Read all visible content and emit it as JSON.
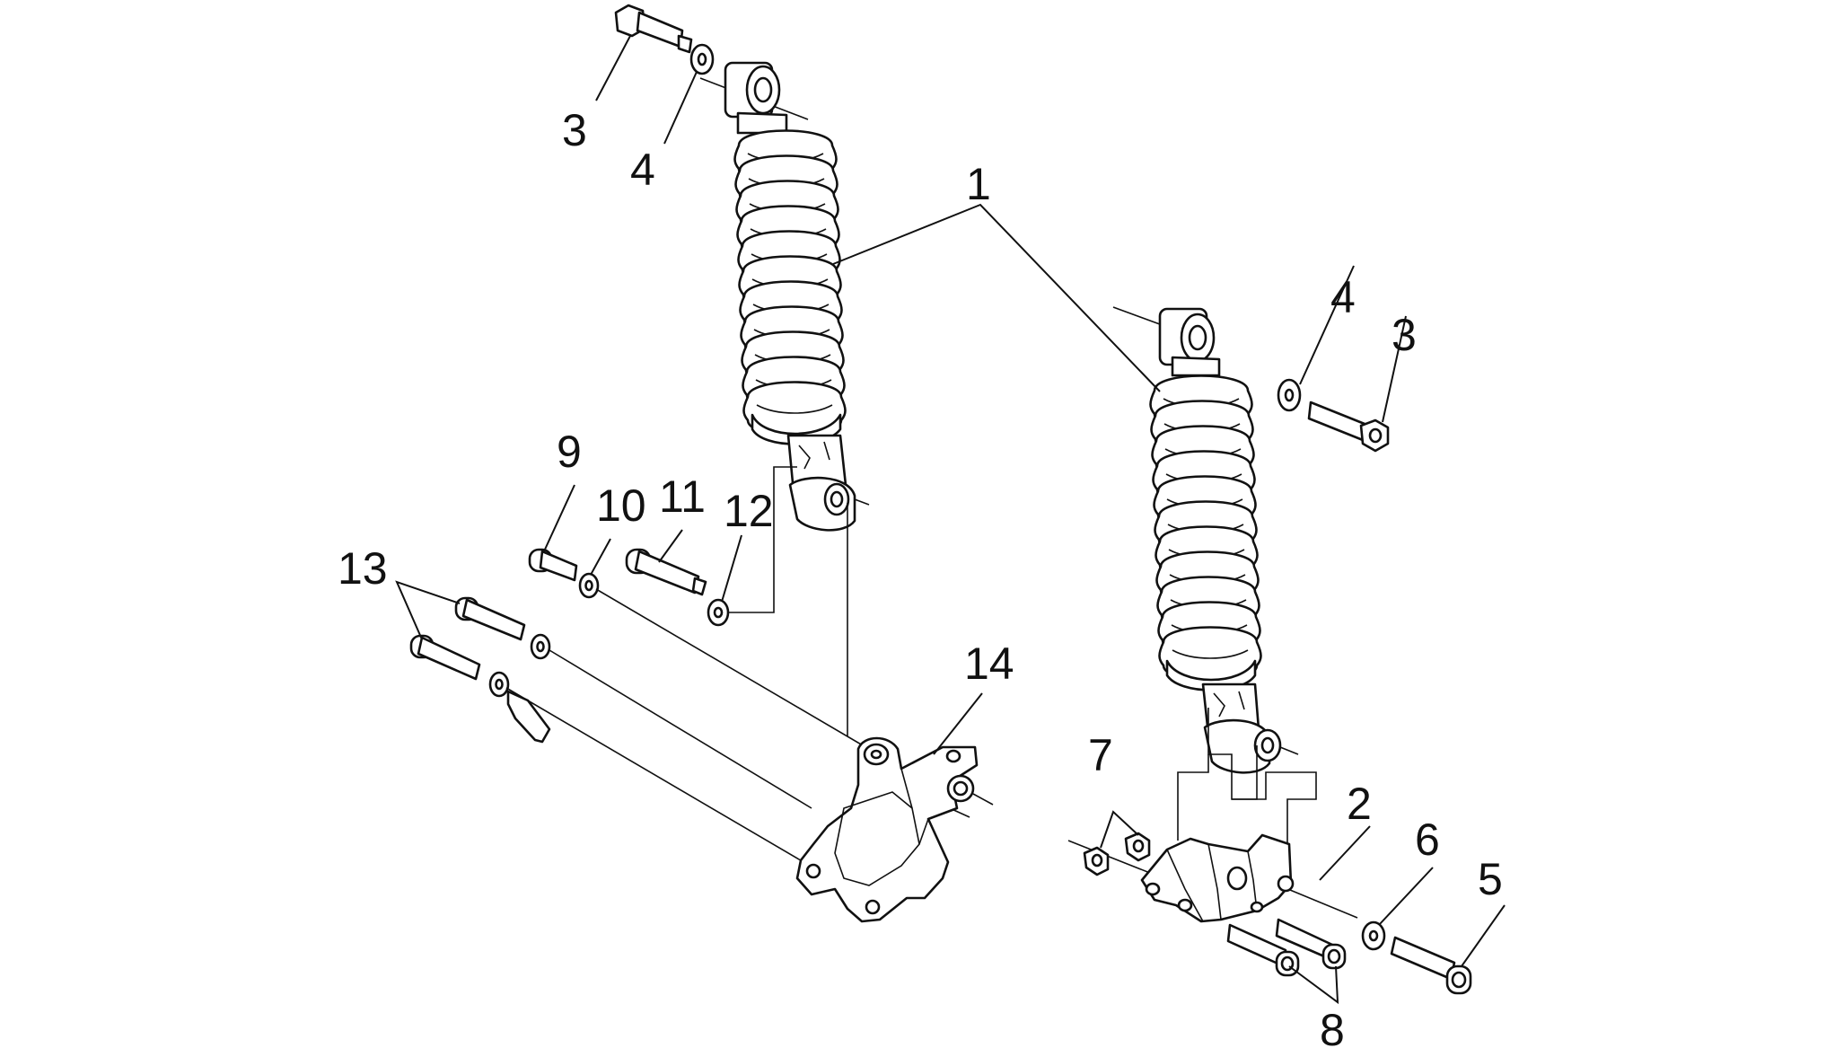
{
  "callouts": {
    "c1": "1",
    "c2": "2",
    "c3_left": "3",
    "c3_right": "3",
    "c4_left": "4",
    "c4_right": "4",
    "c5": "5",
    "c6": "6",
    "c7": "7",
    "c8": "8",
    "c9": "9",
    "c10": "10",
    "c11": "11",
    "c12": "12",
    "c13": "13",
    "c14": "14"
  }
}
